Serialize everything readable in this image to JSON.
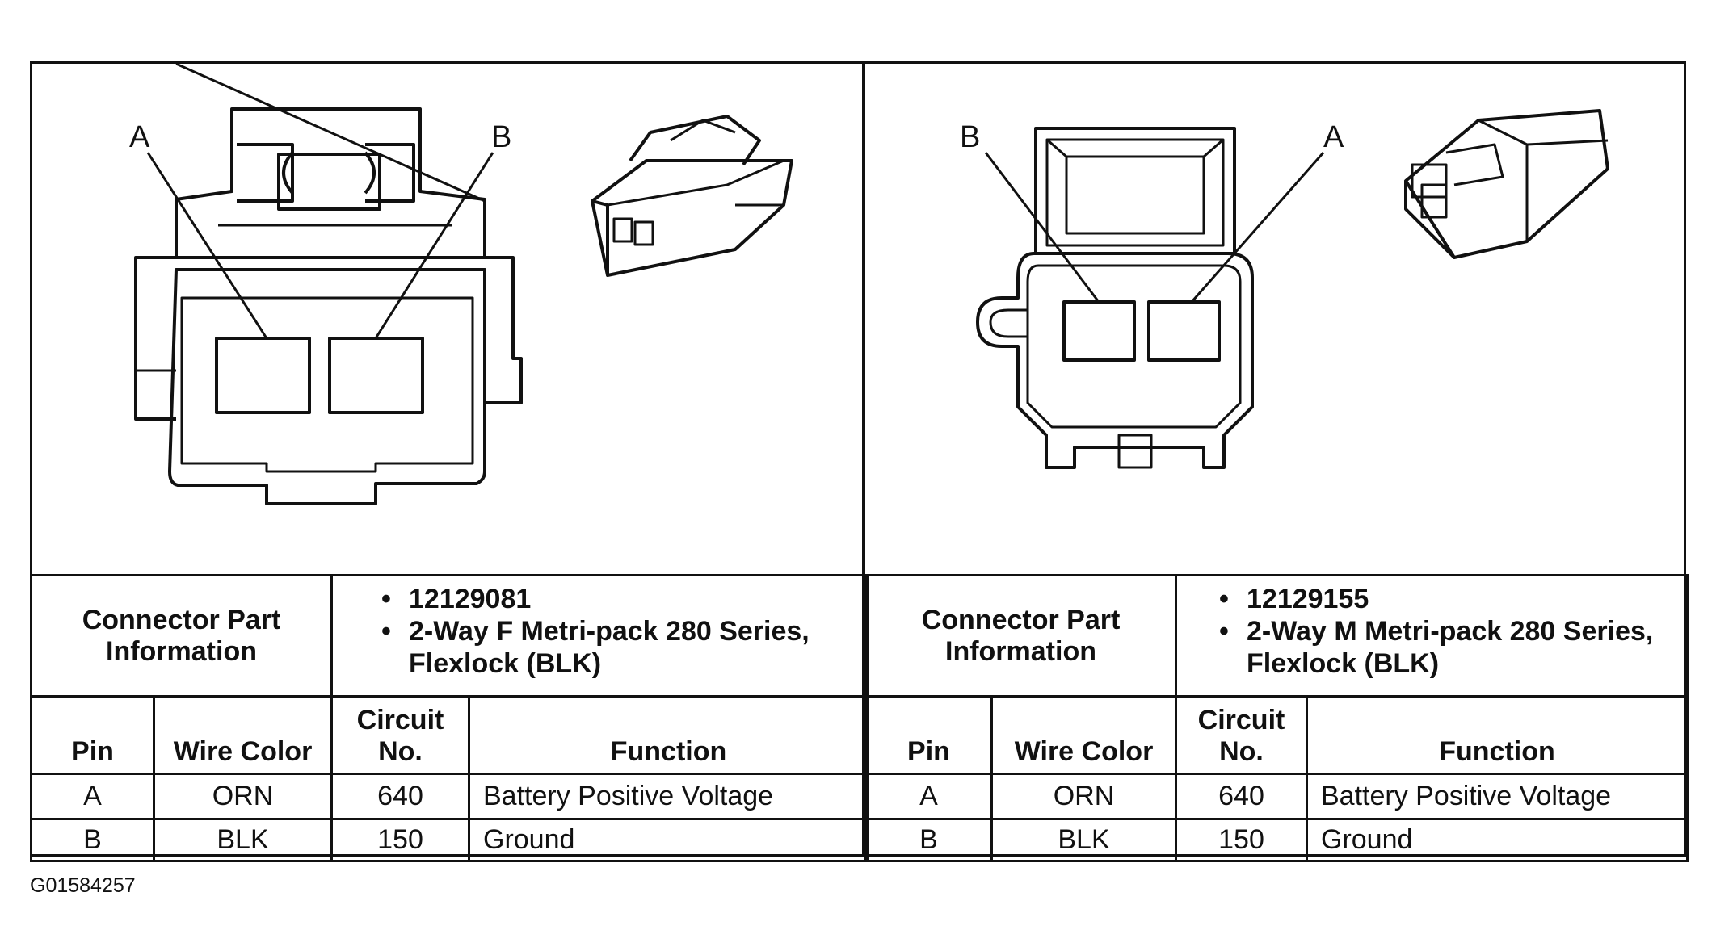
{
  "figure_id": "G01584257",
  "left_connector": {
    "pin_labels": [
      "A",
      "B"
    ],
    "info_header": "Connector Part Information",
    "part_info": [
      "12129081",
      "2-Way F Metri-pack 280 Series, Flexlock (BLK)"
    ],
    "columns": [
      "Pin",
      "Wire Color",
      "Circuit No.",
      "Function"
    ],
    "rows": [
      {
        "pin": "A",
        "wire": "ORN",
        "circuit": "640",
        "function": "Battery Positive Voltage"
      },
      {
        "pin": "B",
        "wire": "BLK",
        "circuit": "150",
        "function": "Ground"
      }
    ]
  },
  "right_connector": {
    "pin_labels": [
      "B",
      "A"
    ],
    "info_header": "Connector Part Information",
    "part_info": [
      "12129155",
      "2-Way M Metri-pack 280 Series, Flexlock (BLK)"
    ],
    "columns": [
      "Pin",
      "Wire Color",
      "Circuit No.",
      "Function"
    ],
    "rows": [
      {
        "pin": "A",
        "wire": "ORN",
        "circuit": "640",
        "function": "Battery Positive Voltage"
      },
      {
        "pin": "B",
        "wire": "BLK",
        "circuit": "150",
        "function": "Ground"
      }
    ]
  }
}
